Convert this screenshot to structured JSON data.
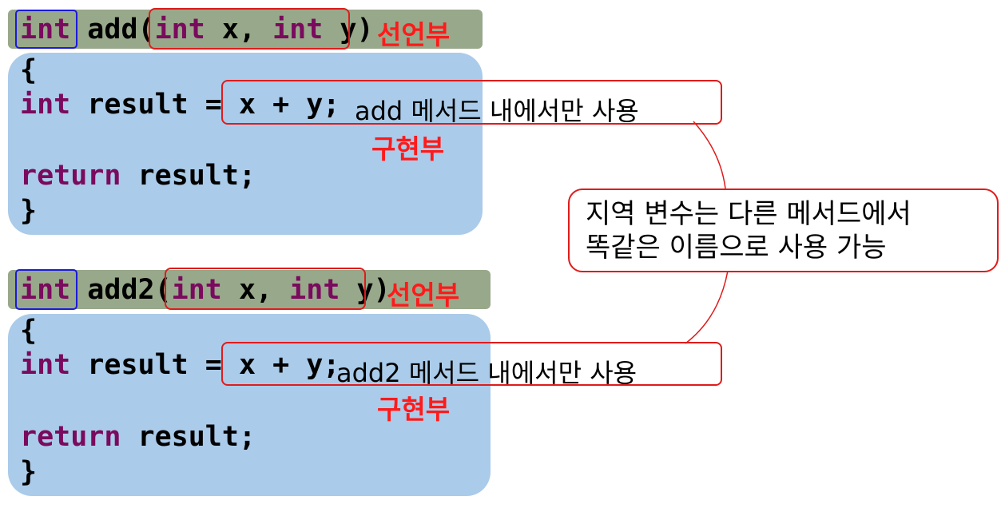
{
  "method1": {
    "return_type": "int",
    "name": "add(",
    "param_type1": "int",
    "param1": " x, ",
    "param_type2": "int",
    "param2": " y",
    "close_paren": ")",
    "decl_label": "선언부",
    "open_brace": "{",
    "line_type": "int",
    "line_rest": " result = ",
    "expr": "x + y;",
    "note": "add 메서드 내에서만 사용",
    "impl_label": "구현부",
    "return_kw": "return",
    "return_rest": " result;",
    "close_brace": "}"
  },
  "method2": {
    "return_type": "int",
    "name": "add2(",
    "param_type1": "int",
    "param1": " x, ",
    "param_type2": "int",
    "param2": " y",
    "close_paren": ")",
    "decl_label": "선언부",
    "open_brace": "{",
    "line_type": "int",
    "line_rest": " result = ",
    "expr": "x + y;",
    "note": "add2 메서드 내에서만 사용",
    "impl_label": "구현부",
    "return_kw": "return",
    "return_rest": " result;",
    "close_brace": "}"
  },
  "callout": {
    "line1": "지역 변수는 다른 메서드에서",
    "line2": "똑같은 이름으로 사용 가능"
  },
  "colors": {
    "decl_bar": "#98a88a",
    "body_box": "#aacbe9",
    "keyword": "#7a0a5e",
    "highlight_red": "#e01b1b",
    "highlight_blue": "#1a1adb"
  }
}
